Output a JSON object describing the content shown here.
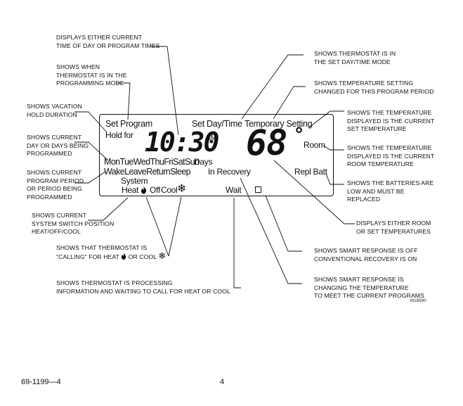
{
  "callouts_left": {
    "time": [
      "DISPLAYS EITHER CURRENT",
      "TIME OF DAY OR PROGRAM TIMES"
    ],
    "programming": [
      "SHOWS WHEN",
      "THERMOSTAT IS IN THE",
      "PROGRAMMING MODE"
    ],
    "vacation": [
      "SHOWS VACATION",
      "HOLD DURATION"
    ],
    "days": [
      "SHOWS CURRENT",
      "DAY OR DAYS BEING",
      "PROGRAMMED"
    ],
    "period": [
      "SHOWS CURRENT",
      "PROGRAM PERIOD",
      "OR PERIOD BEING",
      "PROGRAMMED"
    ],
    "switch": [
      "SHOWS CURRENT",
      "SYSTEM SWITCH POSITION",
      "HEAT/OFF/COOL"
    ],
    "calling_1": "SHOWS THAT THERMOSTAT IS",
    "calling_2a": "\"CALLING\" FOR HEAT",
    "calling_2b": "OR COOL",
    "processing": [
      "SHOWS THERMOSTAT IS PROCESSING",
      "INFORMATION AND WAITING TO CALL FOR HEAT OR COOL"
    ]
  },
  "callouts_right": {
    "setdaytime": [
      "SHOWS THERMOSTAT IS IN",
      "THE SET DAY/TIME MODE"
    ],
    "tempsetting": [
      "SHOWS TEMPERATURE SETTING",
      "CHANGED FOR THIS PROGRAM PERIOD"
    ],
    "settemp": [
      "SHOWS THE TEMPERATURE",
      "DISPLAYED IS THE CURRENT",
      "SET TEMPERATURE"
    ],
    "roomtemp": [
      "SHOWS THE TEMPERATURE",
      "DISPLAYED IS THE CURRENT",
      "ROOM TEMPERATURE"
    ],
    "batteries": [
      "SHOWS THE BATTERIES ARE",
      "LOW AND MUST BE",
      "REPLACED"
    ],
    "displays": [
      "DISPLAYS EITHER ROOM",
      "OR SET TEMPERATURES"
    ],
    "smart_off": [
      "SHOWS SMART RESPONSE IS OFF",
      "CONVENTIONAL RECOVERY IS ON"
    ],
    "smart_changing": [
      "SHOWS SMART RESPONSE IS",
      "CHANGING THE TEMPERATURE",
      "TO MEET THE CURRENT PROGRAMS"
    ]
  },
  "lcd": {
    "set_program": "Set Program",
    "set_day_time": "Set Day/Time",
    "temporary_setting": "Temporary Setting",
    "hold_for": "Hold for",
    "time": "10:30",
    "am": "AM",
    "temperature": "68",
    "degree": "°",
    "room": "Room",
    "days_row": "MonTueWedThuFriSatSun",
    "days_label": "Days",
    "periods_row": "WakeLeaveReturnSleep",
    "in_recovery": "In Recovery",
    "repl_batt": "Repl Batt",
    "system": "System",
    "heat": "Heat",
    "off": "Off",
    "cool": "Cool",
    "wait": "Wait"
  },
  "figure_code": "M18590",
  "footer": {
    "doc_number": "69-1199—4",
    "page_number": "4"
  }
}
